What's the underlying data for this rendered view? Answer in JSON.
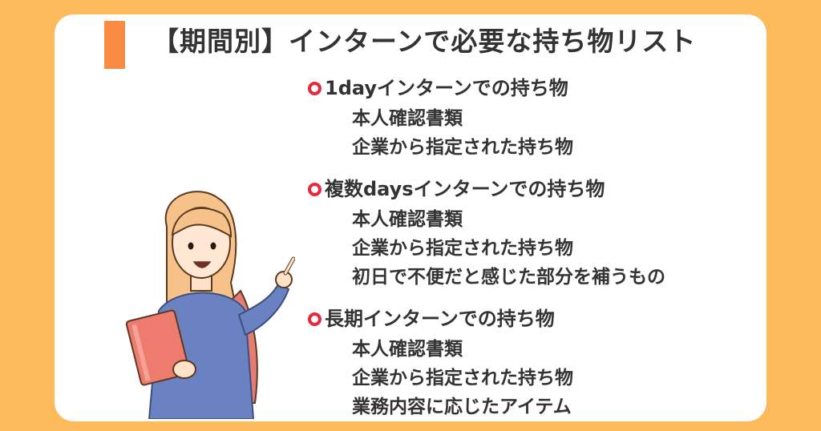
{
  "title": "【期間別】インターンで必要な持ち物リスト",
  "colors": {
    "background": "#FDBB5B",
    "card": "#FFFFFF",
    "accent": "#F98C42",
    "ring": "#E8283B",
    "text": "#333333"
  },
  "illustration_icon": "student-holding-book-pointing-icon",
  "sections": [
    {
      "title": "1dayインターンでの持ち物",
      "items": [
        "本人確認書類",
        "企業から指定された持ち物"
      ]
    },
    {
      "title": "複数daysインターンでの持ち物",
      "items": [
        "本人確認書類",
        "企業から指定された持ち物",
        "初日で不便だと感じた部分を補うもの"
      ]
    },
    {
      "title": "長期インターンでの持ち物",
      "items": [
        "本人確認書類",
        "企業から指定された持ち物",
        "業務内容に応じたアイテム"
      ]
    }
  ]
}
